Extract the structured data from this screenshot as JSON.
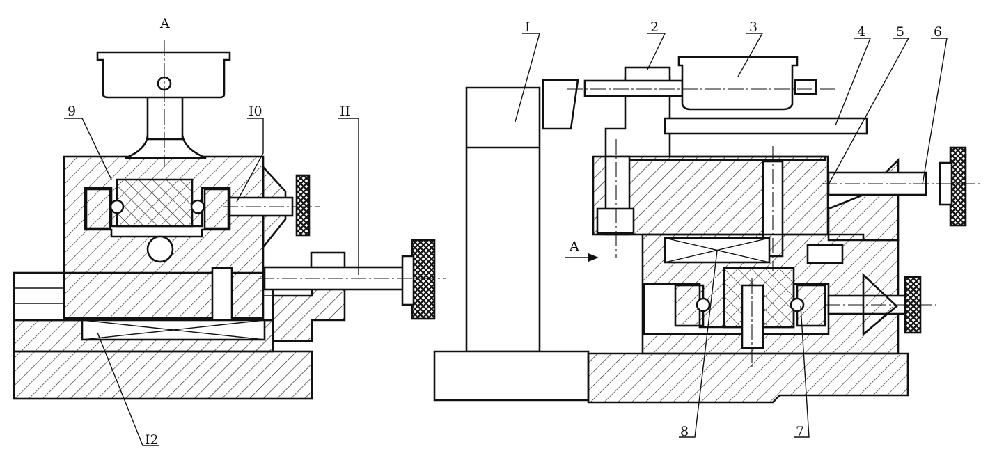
{
  "labels": {
    "view_a": "A",
    "arrow_a": "A",
    "n1": "I",
    "n2": "2",
    "n3": "3",
    "n4": "4",
    "n5": "5",
    "n6": "6",
    "n7": "7",
    "n8": "8",
    "n9": "9",
    "n10": "I0",
    "n11": "II",
    "n12": "I2"
  }
}
